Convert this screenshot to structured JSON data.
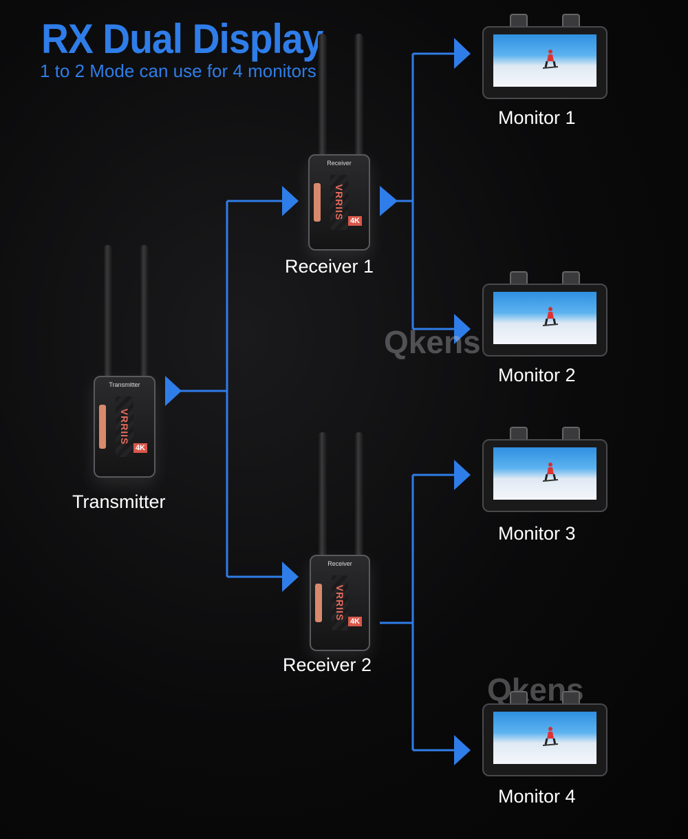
{
  "title": "RX Dual Display",
  "subtitle": "1 to 2 Mode can use for 4 monitors",
  "watermark": "Qkens",
  "transmitter": {
    "label": "Transmitter",
    "device_text": "Transmitter",
    "brand": "VRRIIS",
    "badge": "4K"
  },
  "receivers": [
    {
      "label": "Receiver 1",
      "device_text": "Receiver",
      "brand": "VRRIIS",
      "badge": "4K"
    },
    {
      "label": "Receiver 2",
      "device_text": "Receiver",
      "brand": "VRRIIS",
      "badge": "4K"
    }
  ],
  "monitors": [
    {
      "label": "Monitor 1"
    },
    {
      "label": "Monitor 2"
    },
    {
      "label": "Monitor 3"
    },
    {
      "label": "Monitor 4"
    }
  ],
  "colors": {
    "accent": "#2f7de8",
    "connector": "#2f7de8",
    "label": "#ffffff",
    "badge": "#d9574a",
    "stripe": "#d98a6c"
  }
}
